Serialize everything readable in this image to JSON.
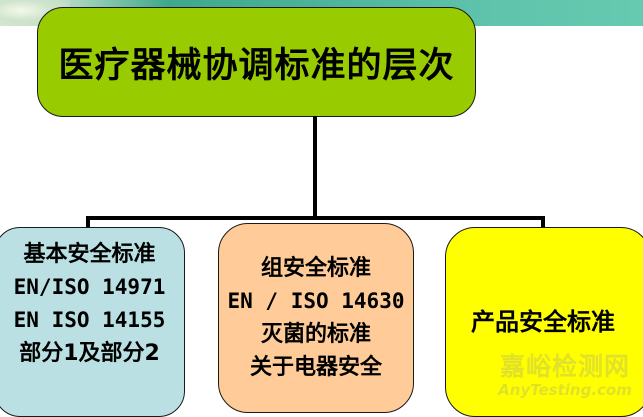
{
  "diagram": {
    "title": "医疗器械协调标准的层次",
    "children": [
      {
        "id": "basic",
        "color": "#bbe0e3",
        "lines": [
          "基本安全标准",
          "EN/ISO 14971",
          "EN ISO 14155",
          "部分1及部分2"
        ]
      },
      {
        "id": "group",
        "color": "#ffcc99",
        "lines": [
          "组安全标准",
          "EN / ISO 14630",
          "灭菌的标准",
          "关于电器安全"
        ]
      },
      {
        "id": "product",
        "color": "#ffff00",
        "lines": [
          "产品安全标准"
        ]
      }
    ],
    "root_color": "#99cc00"
  },
  "watermark": {
    "cn": "嘉峪检测网",
    "en": "AnyTesting.com"
  }
}
